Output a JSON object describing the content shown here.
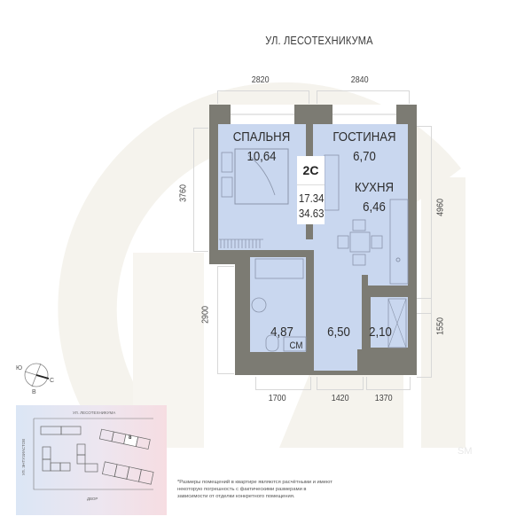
{
  "header": {
    "street_top": "УЛ. ЛЕСОТЕХНИКУМА"
  },
  "dimensions": {
    "top": [
      "2820",
      "2840"
    ],
    "bottom": [
      "1700",
      "1420",
      "1370"
    ],
    "left": [
      "3760",
      "2900"
    ],
    "right": [
      "4960",
      "1550"
    ]
  },
  "apartment": {
    "type": "2С",
    "living_area": "17.34",
    "total_area": "34.63"
  },
  "rooms": [
    {
      "name": "СПАЛЬНЯ",
      "area": "10,64"
    },
    {
      "name": "ГОСТИНАЯ",
      "area": "6,70"
    },
    {
      "name": "КУХНЯ",
      "area": "6,46"
    },
    {
      "name": "",
      "area": "4,87",
      "tag": "СМ"
    },
    {
      "name": "",
      "area": "6,50"
    },
    {
      "name": "",
      "area": "2,10"
    }
  ],
  "compass": {
    "west": "Ю",
    "east": "С",
    "south": "В"
  },
  "minimap": {
    "street_top": "УЛ. ЛЕСОТЕХНИКУМА",
    "street_left": "УЛ. ЭНТУЗИАСТОВ",
    "bottom_label": "ДВОР",
    "section_label": "8"
  },
  "footnote": "*Размеры помещений в квартире являются расчётными и имеют некоторую погрешность с фактическими размерами в зависимости от отделки конкретного помещения.",
  "watermark": {
    "mark": "SM"
  },
  "colors": {
    "wall": "#7c7b73",
    "floor": "#c9d7ef",
    "logo": "#f4f2ec",
    "text": "#2d2d2d"
  }
}
